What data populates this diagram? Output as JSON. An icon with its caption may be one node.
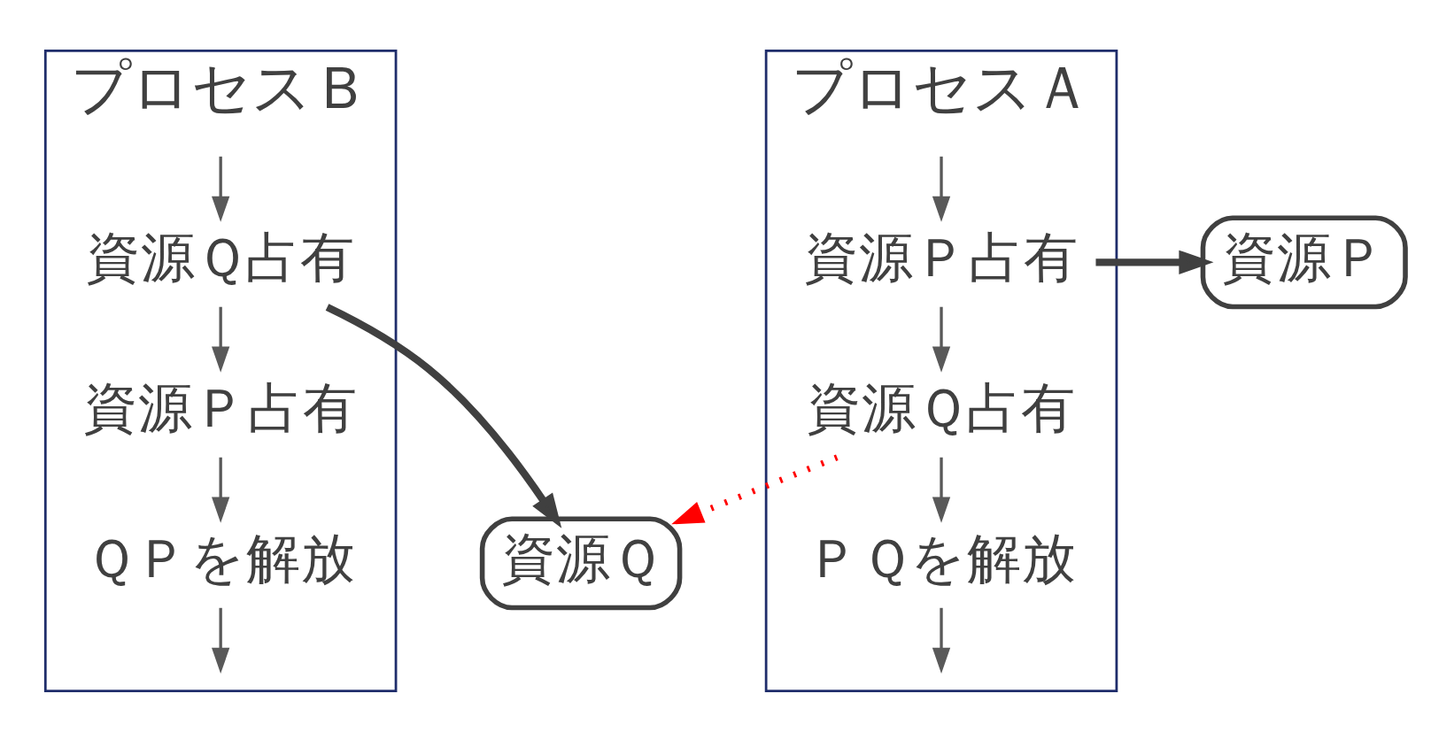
{
  "diagram": {
    "nodes": [
      {
        "text": [
          "プロセスＡ"
        ]
      },
      {
        "text": [
          "資源Ｐ占有"
        ],
        "in": 0
      },
      {
        "text": [
          "資源Ｑ占有"
        ],
        "in": 0
      },
      {
        "text": [
          "ＰＱを解放"
        ],
        "in": 0
      },
      {
        "text": [
          "資源Ｐ"
        ]
      },
      {
        "text": [
          "資源Ｑ"
        ]
      },
      {
        "text": [
          "プロセスＢ"
        ]
      },
      {
        "text": [
          "資源Ｑ占有"
        ],
        "in": 6
      },
      {
        "text": [
          "資源Ｐ占有"
        ],
        "in": 6
      },
      {
        "text": [
          "ＱＰを解放"
        ],
        "in": 6
      }
    ],
    "edges": [
      {
        "from": null,
        "to": 1,
        "arrow": "to"
      },
      {
        "from": 1,
        "to": 2,
        "arrow": "to"
      },
      {
        "from": 2,
        "to": 3,
        "arrow": "to"
      },
      {
        "from": 3,
        "to": null,
        "arrow": "to"
      },
      {
        "from": 1,
        "to": 4,
        "arrow": "to",
        "style": "thick"
      },
      {
        "from": 2,
        "to": 5,
        "arrow": "to",
        "style": "dashed",
        "color": "#ff0000"
      },
      {
        "from": null,
        "to": 7,
        "arrow": "to"
      },
      {
        "from": 7,
        "to": 8,
        "arrow": "to"
      },
      {
        "from": 8,
        "to": 9,
        "arrow": "to"
      },
      {
        "from": 9,
        "to": null,
        "arrow": "to"
      },
      {
        "from": 7,
        "to": 5,
        "arrow": "to",
        "style": "thick"
      }
    ]
  }
}
